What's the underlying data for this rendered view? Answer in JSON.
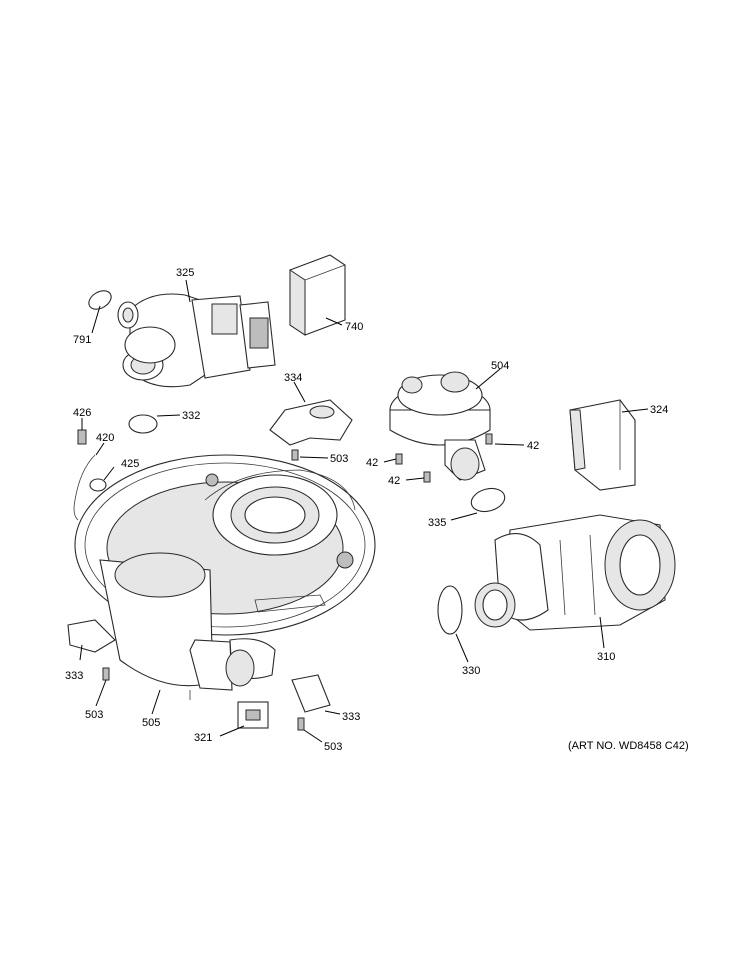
{
  "art_number": "(ART NO. WD8458 C42)",
  "callouts": [
    {
      "id": "c325",
      "label": "325"
    },
    {
      "id": "c740",
      "label": "740"
    },
    {
      "id": "c791",
      "label": "791"
    },
    {
      "id": "c334",
      "label": "334"
    },
    {
      "id": "c504",
      "label": "504"
    },
    {
      "id": "c324",
      "label": "324"
    },
    {
      "id": "c426",
      "label": "426"
    },
    {
      "id": "c332",
      "label": "332"
    },
    {
      "id": "c420",
      "label": "420"
    },
    {
      "id": "c425",
      "label": "425"
    },
    {
      "id": "c503a",
      "label": "503"
    },
    {
      "id": "c42a",
      "label": "42"
    },
    {
      "id": "c42b",
      "label": "42"
    },
    {
      "id": "c42c",
      "label": "42"
    },
    {
      "id": "c335",
      "label": "335"
    },
    {
      "id": "c333a",
      "label": "333"
    },
    {
      "id": "c330",
      "label": "330"
    },
    {
      "id": "c310",
      "label": "310"
    },
    {
      "id": "c503b",
      "label": "503"
    },
    {
      "id": "c505",
      "label": "505"
    },
    {
      "id": "c333b",
      "label": "333"
    },
    {
      "id": "c321",
      "label": "321"
    },
    {
      "id": "c503c",
      "label": "503"
    }
  ]
}
